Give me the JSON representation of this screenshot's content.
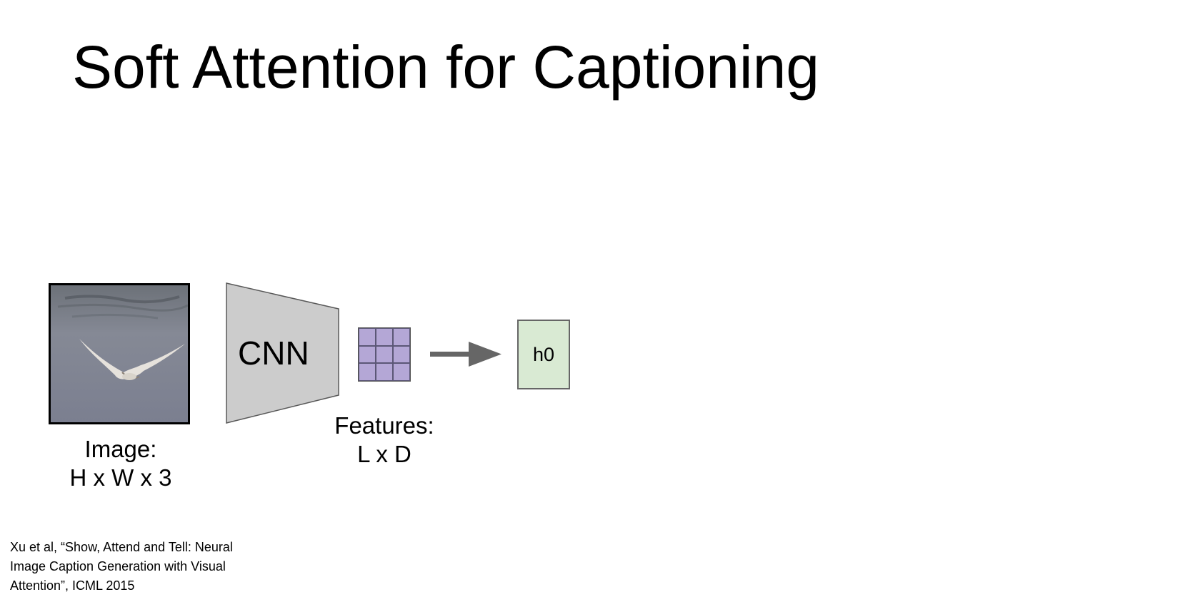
{
  "slide": {
    "title": "Soft Attention for Captioning"
  },
  "diagram": {
    "cnn_label": "CNN",
    "image_caption": [
      "Image:",
      "H x W x 3"
    ],
    "features_caption": [
      "Features:",
      "L x D"
    ],
    "hidden_state": "h0",
    "colors": {
      "cnn_fill": "#cccccc",
      "feature_grid": "#b4a7d6",
      "hidden_box": "#d9ead3",
      "arrow": "#666666"
    },
    "feature_grid": {
      "rows": 3,
      "cols": 3
    }
  },
  "citation": {
    "lines": [
      "Xu et al, “Show, Attend and Tell: Neural",
      "Image Caption Generation with Visual",
      "Attention”, ICML 2015"
    ]
  }
}
